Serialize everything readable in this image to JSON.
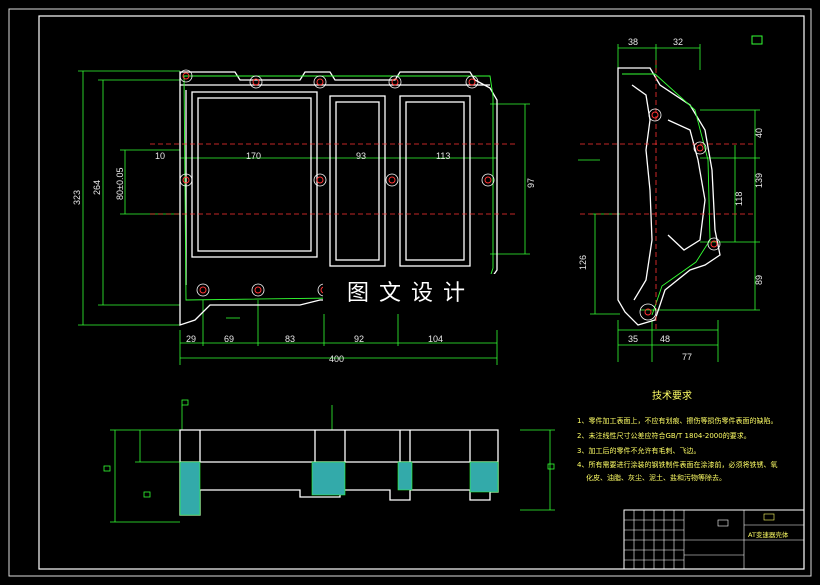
{
  "watermark": "图文设计",
  "front_view": {
    "dims_bottom": [
      "29",
      "69",
      "83",
      "92",
      "104"
    ],
    "dim_total": "400",
    "dims_top": [
      "10",
      "170",
      "93",
      "113"
    ],
    "dims_left": [
      "323",
      "264",
      "80±0.05"
    ],
    "dim_right": "97"
  },
  "side_view": {
    "dims_top": [
      "38",
      "32"
    ],
    "dims_right": [
      "40",
      "139",
      "118",
      "89"
    ],
    "dim_left": "126",
    "dims_bottom": [
      "35",
      "48",
      "77"
    ]
  },
  "tech_requirements": {
    "title": "技术要求",
    "items": [
      "1、零件加工表面上，不应有划痕、擦伤等损伤零件表面的缺陷。",
      "2、未注线性尺寸公差应符合GB/T 1804-2000的要求。",
      "3、加工后的零件不允许有毛刺、飞边。",
      "4、所有需要进行涂装的钢铁制件表面在涂漆前，必须将铁锈、氧",
      "化皮、油脂、灰尘、泥土、盐和污物等除去。"
    ]
  },
  "title_block": {
    "part_name": "AT变速器壳体"
  }
}
